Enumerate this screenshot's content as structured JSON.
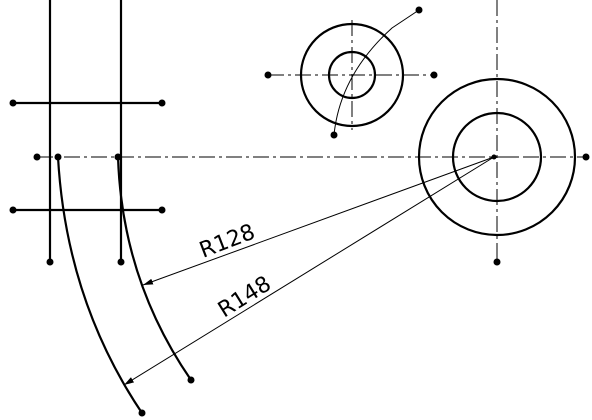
{
  "drawing": {
    "dimensions": [
      {
        "id": "dim-r128",
        "label": "R128"
      },
      {
        "id": "dim-r148",
        "label": "R148"
      }
    ],
    "colors": {
      "stroke": "#000000",
      "background": "#ffffff"
    }
  }
}
